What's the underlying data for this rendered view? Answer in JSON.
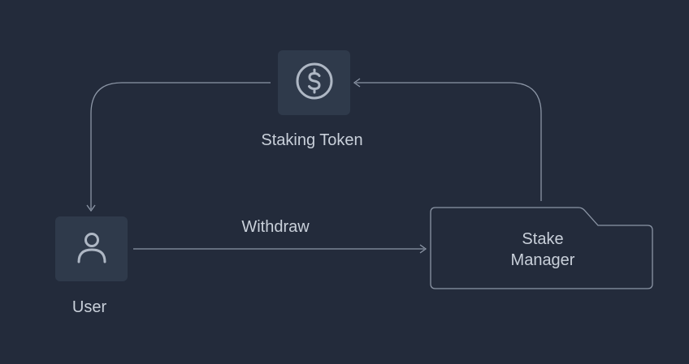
{
  "nodes": {
    "staking_token": {
      "label": "Staking Token",
      "icon": "dollar-coin-icon"
    },
    "user": {
      "label": "User",
      "icon": "user-icon"
    },
    "stake_manager": {
      "label_line1": "Stake",
      "label_line2": "Manager",
      "shape": "folder"
    }
  },
  "edges": {
    "withdraw": {
      "label": "Withdraw",
      "from": "user",
      "to": "stake_manager"
    },
    "manager_to_token": {
      "from": "stake_manager",
      "to": "staking_token"
    },
    "token_to_user": {
      "from": "staking_token",
      "to": "user"
    }
  },
  "colors": {
    "background": "#232b3b",
    "tile": "#2f3a4b",
    "line": "#8c96a6",
    "icon": "#aeb7c4",
    "text": "#c9d0da"
  }
}
